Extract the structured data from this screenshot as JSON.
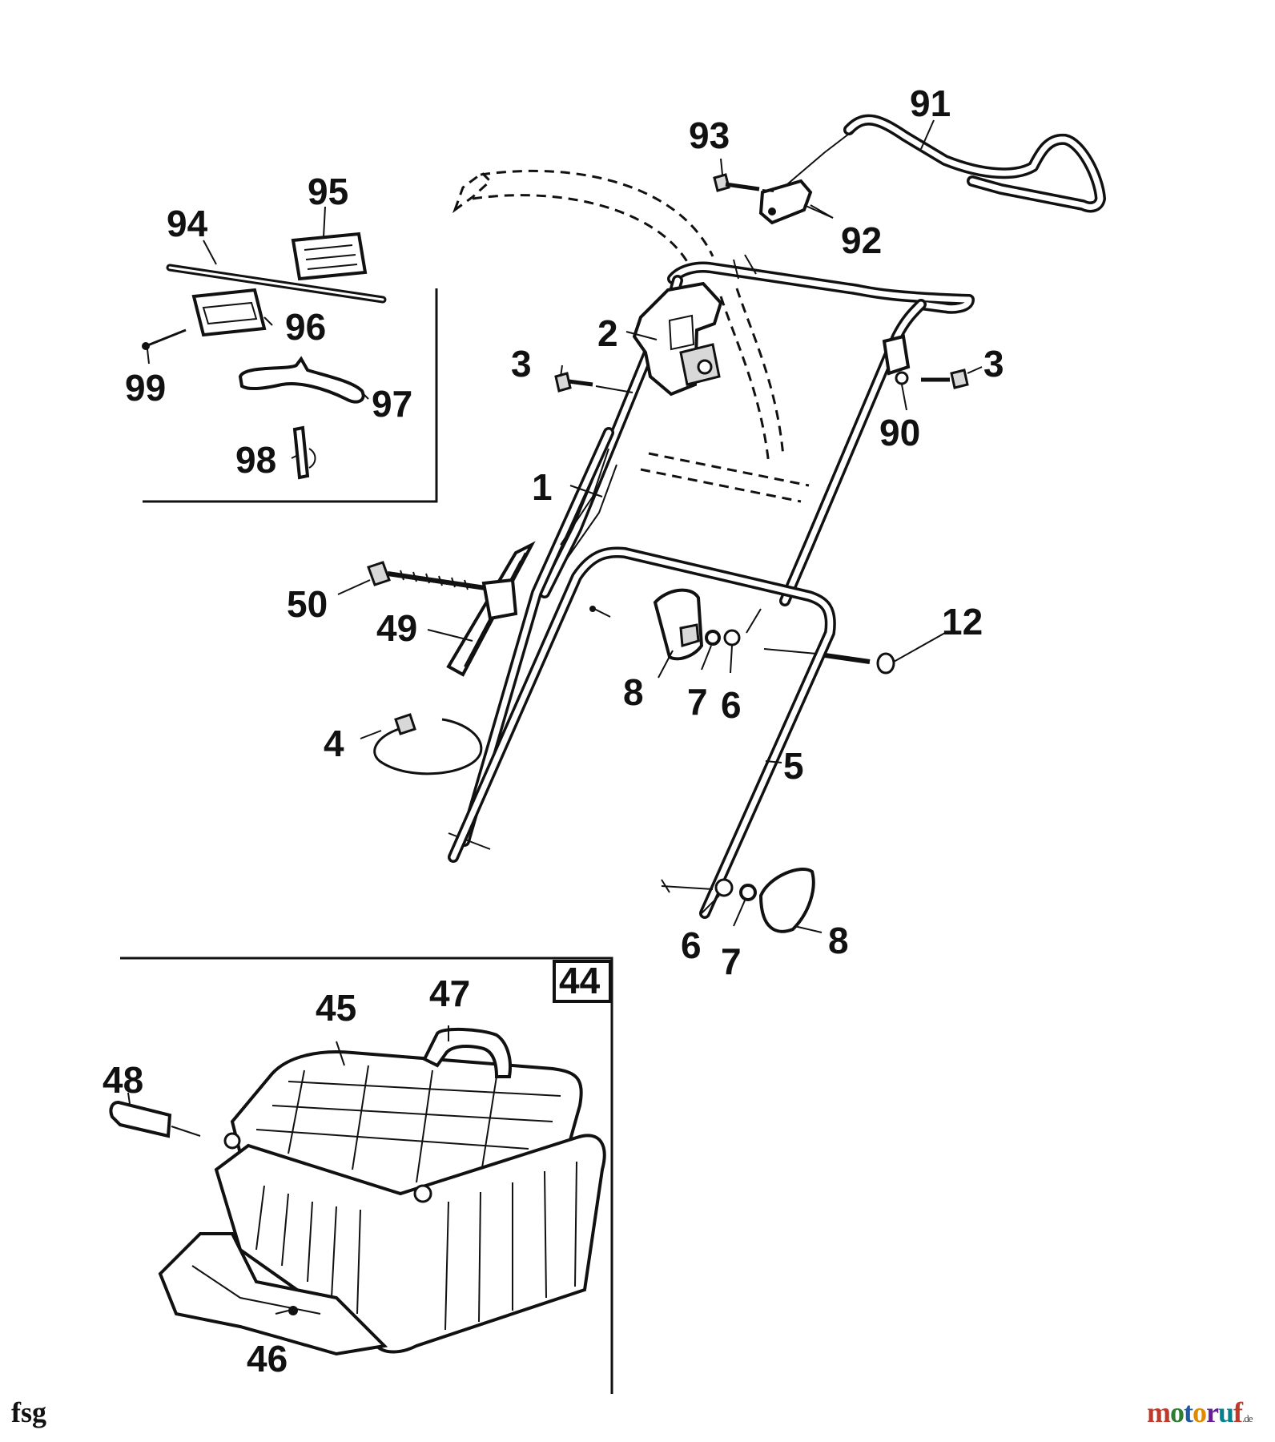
{
  "diagram": {
    "part_labels": {
      "p1": "1",
      "p2": "2",
      "p3a": "3",
      "p3b": "3",
      "p4": "4",
      "p5": "5",
      "p6a": "6",
      "p6b": "6",
      "p7a": "7",
      "p7b": "7",
      "p8a": "8",
      "p8b": "8",
      "p12": "12",
      "p44": "44",
      "p45": "45",
      "p46": "46",
      "p47": "47",
      "p48": "48",
      "p49": "49",
      "p50": "50",
      "p90": "90",
      "p91": "91",
      "p92": "92",
      "p93": "93",
      "p94": "94",
      "p95": "95",
      "p96": "96",
      "p97": "97",
      "p98": "98",
      "p99": "99"
    }
  },
  "footer": {
    "code": "fsg",
    "logo": {
      "parts": [
        "m",
        "o",
        "t",
        "o",
        "r",
        "u",
        "f"
      ],
      "tld": ".de"
    }
  },
  "colors": {
    "ink": "#111111",
    "logo_m": "#c0392b",
    "logo_o1": "#2e7d32",
    "logo_t": "#1e5aa8",
    "logo_o2": "#e08a00",
    "logo_r": "#6a1b9a",
    "logo_u": "#00838f",
    "logo_f": "#c0392b"
  }
}
